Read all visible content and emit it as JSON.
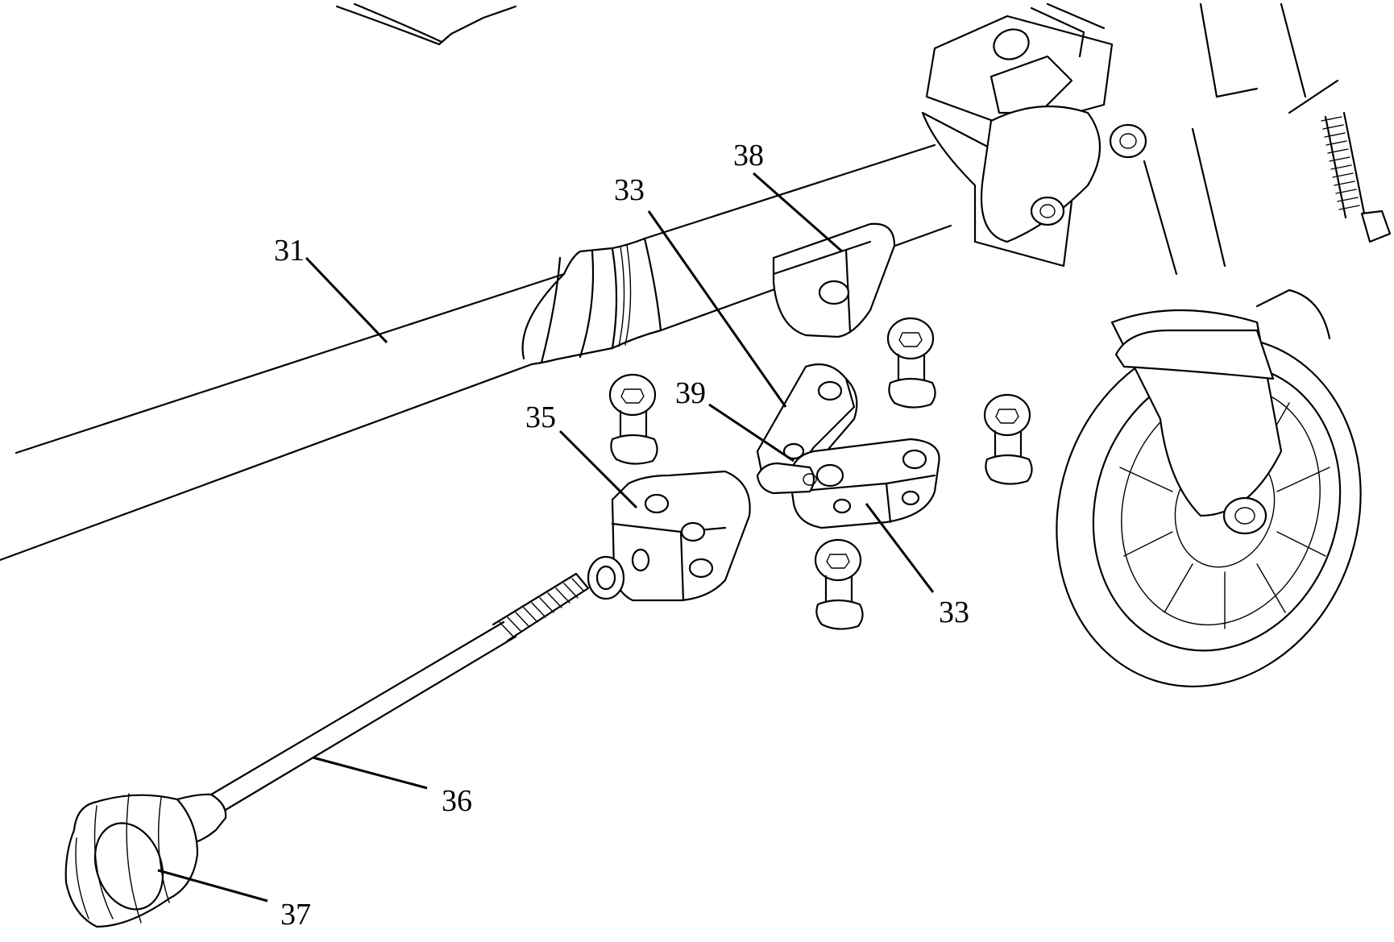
{
  "labels": {
    "l31": "31",
    "l33a": "33",
    "l33b": "33",
    "l35": "35",
    "l36": "36",
    "l37": "37",
    "l38": "38",
    "l39": "39"
  }
}
